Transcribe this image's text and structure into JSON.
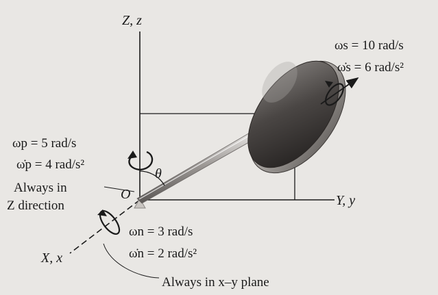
{
  "axes": {
    "z_label": "Z, z",
    "y_label": "Y, y",
    "x_label": "X, x",
    "origin_label": "O",
    "angle_label": "θ"
  },
  "spin": {
    "omega_label": "ωs = 10 rad/s",
    "omega_dot_label": "ω̇s = 6 rad/s²"
  },
  "precession": {
    "omega_label": "ωp = 5 rad/s",
    "omega_dot_label": "ω̇p = 4 rad/s²"
  },
  "nutation": {
    "omega_label": "ωn = 3 rad/s",
    "omega_dot_label": "ω̇n = 2 rad/s²"
  },
  "notes": {
    "always_z_line1": "Always in",
    "always_z_line2": "Z direction",
    "always_xy": "Always in x–y plane"
  }
}
